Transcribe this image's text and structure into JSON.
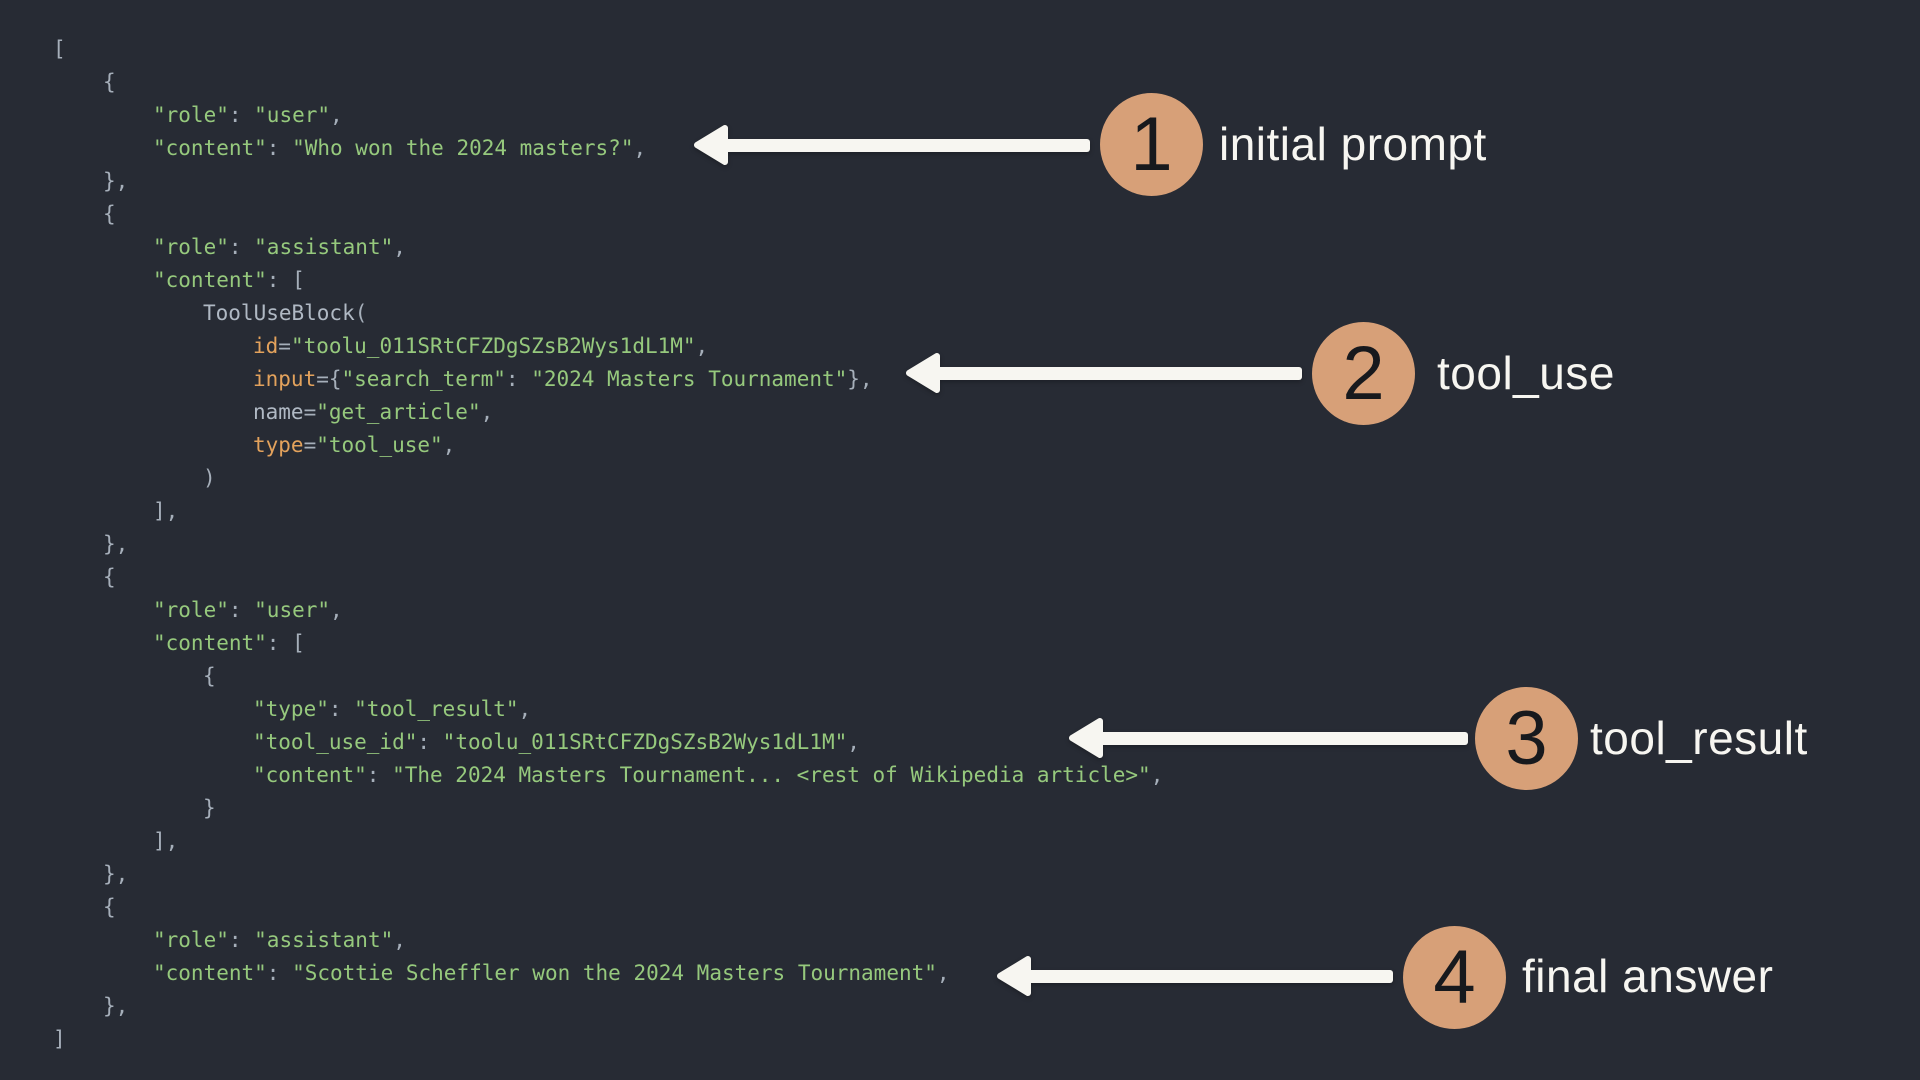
{
  "colors": {
    "background": "#272b34",
    "string_green": "#96c97d",
    "punct_gray": "#a6afba",
    "name_gray": "#b0b9c4",
    "builtin_orange": "#e3a25c",
    "circle_tan": "#d7a078",
    "arrow_white": "#f7f6f1"
  },
  "code": {
    "lines": [
      {
        "i": 0,
        "t": [
          [
            "p",
            "["
          ]
        ]
      },
      {
        "i": 1,
        "t": [
          [
            "p",
            "{"
          ]
        ]
      },
      {
        "i": 2,
        "t": [
          [
            "s",
            "\"role\""
          ],
          [
            "p",
            ": "
          ],
          [
            "s",
            "\"user\""
          ],
          [
            "p",
            ","
          ]
        ]
      },
      {
        "i": 2,
        "t": [
          [
            "s",
            "\"content\""
          ],
          [
            "p",
            ": "
          ],
          [
            "s",
            "\"Who won the 2024 masters?\""
          ],
          [
            "p",
            ","
          ]
        ]
      },
      {
        "i": 1,
        "t": [
          [
            "p",
            "},"
          ]
        ]
      },
      {
        "i": 1,
        "t": [
          [
            "p",
            "{"
          ]
        ]
      },
      {
        "i": 2,
        "t": [
          [
            "s",
            "\"role\""
          ],
          [
            "p",
            ": "
          ],
          [
            "s",
            "\"assistant\""
          ],
          [
            "p",
            ","
          ]
        ]
      },
      {
        "i": 2,
        "t": [
          [
            "s",
            "\"content\""
          ],
          [
            "p",
            ": ["
          ]
        ]
      },
      {
        "i": 3,
        "t": [
          [
            "n",
            "ToolUseBlock"
          ],
          [
            "p",
            "("
          ]
        ]
      },
      {
        "i": 4,
        "t": [
          [
            "b",
            "id"
          ],
          [
            "p",
            "="
          ],
          [
            "s",
            "\"toolu_011SRtCFZDgSZsB2Wys1dL1M\""
          ],
          [
            "p",
            ","
          ]
        ]
      },
      {
        "i": 4,
        "t": [
          [
            "b",
            "input"
          ],
          [
            "p",
            "={"
          ],
          [
            "s",
            "\"search_term\""
          ],
          [
            "p",
            ": "
          ],
          [
            "s",
            "\"2024 Masters Tournament\""
          ],
          [
            "p",
            "},"
          ]
        ]
      },
      {
        "i": 4,
        "t": [
          [
            "n",
            "name"
          ],
          [
            "p",
            "="
          ],
          [
            "s",
            "\"get_article\""
          ],
          [
            "p",
            ","
          ]
        ]
      },
      {
        "i": 4,
        "t": [
          [
            "b",
            "type"
          ],
          [
            "p",
            "="
          ],
          [
            "s",
            "\"tool_use\""
          ],
          [
            "p",
            ","
          ]
        ]
      },
      {
        "i": 3,
        "t": [
          [
            "p",
            ")"
          ]
        ]
      },
      {
        "i": 2,
        "t": [
          [
            "p",
            "],"
          ]
        ]
      },
      {
        "i": 1,
        "t": [
          [
            "p",
            "},"
          ]
        ]
      },
      {
        "i": 1,
        "t": [
          [
            "p",
            "{"
          ]
        ]
      },
      {
        "i": 2,
        "t": [
          [
            "s",
            "\"role\""
          ],
          [
            "p",
            ": "
          ],
          [
            "s",
            "\"user\""
          ],
          [
            "p",
            ","
          ]
        ]
      },
      {
        "i": 2,
        "t": [
          [
            "s",
            "\"content\""
          ],
          [
            "p",
            ": ["
          ]
        ]
      },
      {
        "i": 3,
        "t": [
          [
            "p",
            "{"
          ]
        ]
      },
      {
        "i": 4,
        "t": [
          [
            "s",
            "\"type\""
          ],
          [
            "p",
            ": "
          ],
          [
            "s",
            "\"tool_result\""
          ],
          [
            "p",
            ","
          ]
        ]
      },
      {
        "i": 4,
        "t": [
          [
            "s",
            "\"tool_use_id\""
          ],
          [
            "p",
            ": "
          ],
          [
            "s",
            "\"toolu_011SRtCFZDgSZsB2Wys1dL1M\""
          ],
          [
            "p",
            ","
          ]
        ]
      },
      {
        "i": 4,
        "t": [
          [
            "s",
            "\"content\""
          ],
          [
            "p",
            ": "
          ],
          [
            "s",
            "\"The 2024 Masters Tournament... <rest of Wikipedia article>\""
          ],
          [
            "p",
            ","
          ]
        ]
      },
      {
        "i": 3,
        "t": [
          [
            "p",
            "}"
          ]
        ]
      },
      {
        "i": 2,
        "t": [
          [
            "p",
            "],"
          ]
        ]
      },
      {
        "i": 1,
        "t": [
          [
            "p",
            "},"
          ]
        ]
      },
      {
        "i": 1,
        "t": [
          [
            "p",
            "{"
          ]
        ]
      },
      {
        "i": 2,
        "t": [
          [
            "s",
            "\"role\""
          ],
          [
            "p",
            ": "
          ],
          [
            "s",
            "\"assistant\""
          ],
          [
            "p",
            ","
          ]
        ]
      },
      {
        "i": 2,
        "t": [
          [
            "s",
            "\"content\""
          ],
          [
            "p",
            ": "
          ],
          [
            "s",
            "\"Scottie Scheffler won the 2024 Masters Tournament\""
          ],
          [
            "p",
            ","
          ]
        ]
      },
      {
        "i": 1,
        "t": [
          [
            "p",
            "},"
          ]
        ]
      },
      {
        "i": 0,
        "t": [
          [
            "p",
            "]"
          ]
        ]
      }
    ]
  },
  "annotations": [
    {
      "number": "1",
      "label": "initial prompt"
    },
    {
      "number": "2",
      "label": "tool_use"
    },
    {
      "number": "3",
      "label": "tool_result"
    },
    {
      "number": "4",
      "label": "final answer"
    }
  ]
}
